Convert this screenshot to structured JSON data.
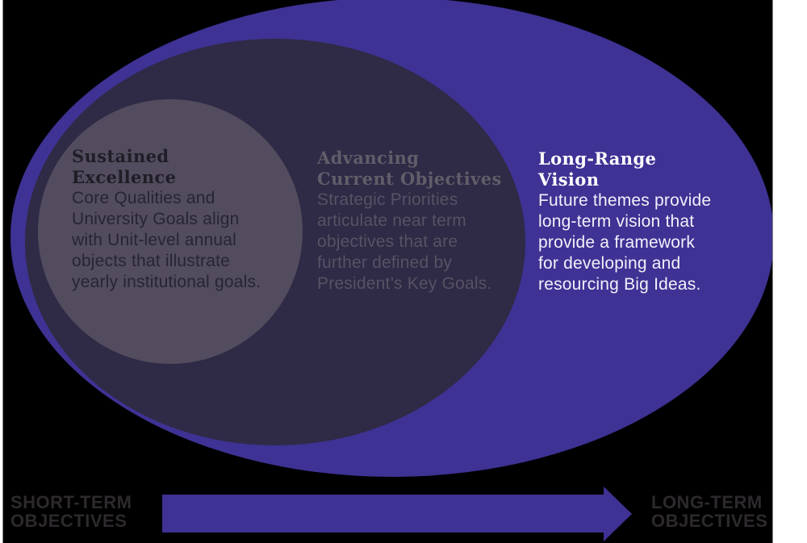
{
  "page": {
    "background": "#ffffff",
    "slide_background": "#000000"
  },
  "colors": {
    "outer_ring_fill": "#3e3294",
    "middle_ring_fill": "#2f2a45",
    "inner_circle_fill": "#524c5e",
    "arrow": "#3e3294",
    "axis_label": "#2d292d"
  },
  "rings": [
    {
      "name": "inner",
      "fill": "#524c5e",
      "heading_color": "#211d27",
      "body_color": "#282431",
      "heading": "Sustained Excellence",
      "heading_lines": [
        "Sustained",
        "Excellence"
      ],
      "body": "Core Qualities and University Goals align with Unit-level annual objects that illustrate yearly institutional goals.",
      "body_lines": [
        "Core Qualities and",
        "University Goals align",
        "with Unit-level annual",
        "objects that illustrate",
        "yearly institutional goals."
      ]
    },
    {
      "name": "middle",
      "fill": "#2f2a45",
      "heading_color": "#615d69",
      "body_color": "#575264",
      "heading": "Advancing Current Objectives",
      "heading_lines": [
        "Advancing",
        "Current Objectives"
      ],
      "body": "Strategic Priorities articulate near term objectives that are further defined by President’s Key Goals.",
      "body_lines": [
        "Strategic Priorities",
        "articulate near term",
        "objectives that are",
        "further defined by",
        "President’s Key Goals."
      ]
    },
    {
      "name": "outer",
      "fill": "#3e3294",
      "heading_color": "#ffffff",
      "body_color": "#f2f0fa",
      "heading": "Long-Range Vision",
      "heading_lines": [
        "Long-Range",
        "Vision"
      ],
      "body": "Future themes provide long-term vision that provide a framework for developing and resourcing Big Ideas.",
      "body_lines": [
        "Future themes provide",
        "long-term vision that",
        "provide a framework",
        "for developing and",
        "resourcing Big Ideas."
      ]
    }
  ],
  "axis": {
    "left_label": "SHORT-TERM OBJECTIVES",
    "left_label_lines": [
      "SHORT-TERM",
      "OBJECTIVES"
    ],
    "right_label": "LONG-TERM OBJECTIVES",
    "right_label_lines": [
      "LONG-TERM",
      "OBJECTIVES"
    ]
  }
}
